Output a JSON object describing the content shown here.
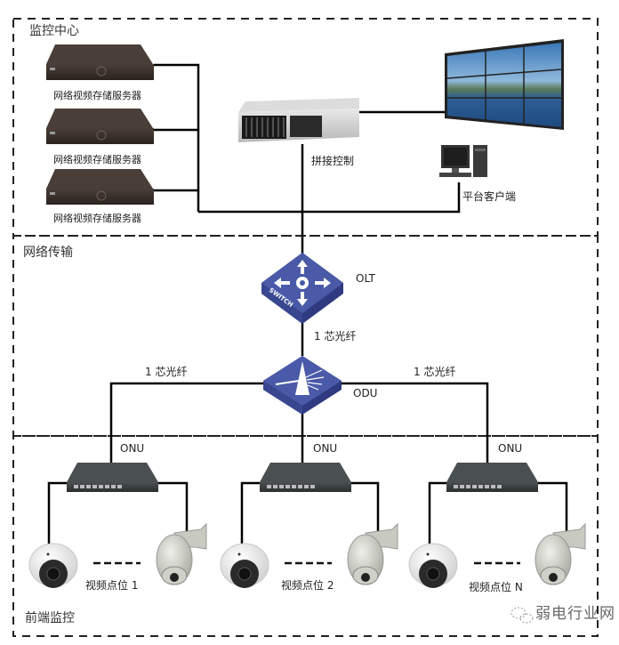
{
  "zones": {
    "control_center": {
      "title": "监控中心"
    },
    "network": {
      "title": "网络传输"
    },
    "frontend": {
      "title": "前端监控"
    }
  },
  "devices": {
    "nvr": [
      {
        "label": "网络视频存储服务器"
      },
      {
        "label": "网络视频存储服务器"
      },
      {
        "label": "网络视频存储服务器"
      }
    ],
    "splice_control": {
      "label": "拼接控制"
    },
    "client": {
      "label": "平台客户端"
    },
    "olt": {
      "label": "OLT",
      "switch_text": "SWITCH"
    },
    "odu": {
      "label": "ODU"
    },
    "onu": [
      {
        "label": "ONU"
      },
      {
        "label": "ONU"
      },
      {
        "label": "ONU"
      }
    ]
  },
  "links": {
    "olt_odu": "1 芯光纤",
    "odu_left": "1 芯光纤",
    "odu_right": "1 芯光纤"
  },
  "video_points": [
    {
      "label": "视频点位 1"
    },
    {
      "label": "视频点位 2"
    },
    {
      "label": "视频点位 N"
    }
  ],
  "watermark": {
    "text": "弱电行业网",
    "icon": "wechat-icon"
  },
  "colors": {
    "device_blue": "#4a5aa8",
    "nvr_dark": "#3a302a",
    "line": "#000000"
  }
}
